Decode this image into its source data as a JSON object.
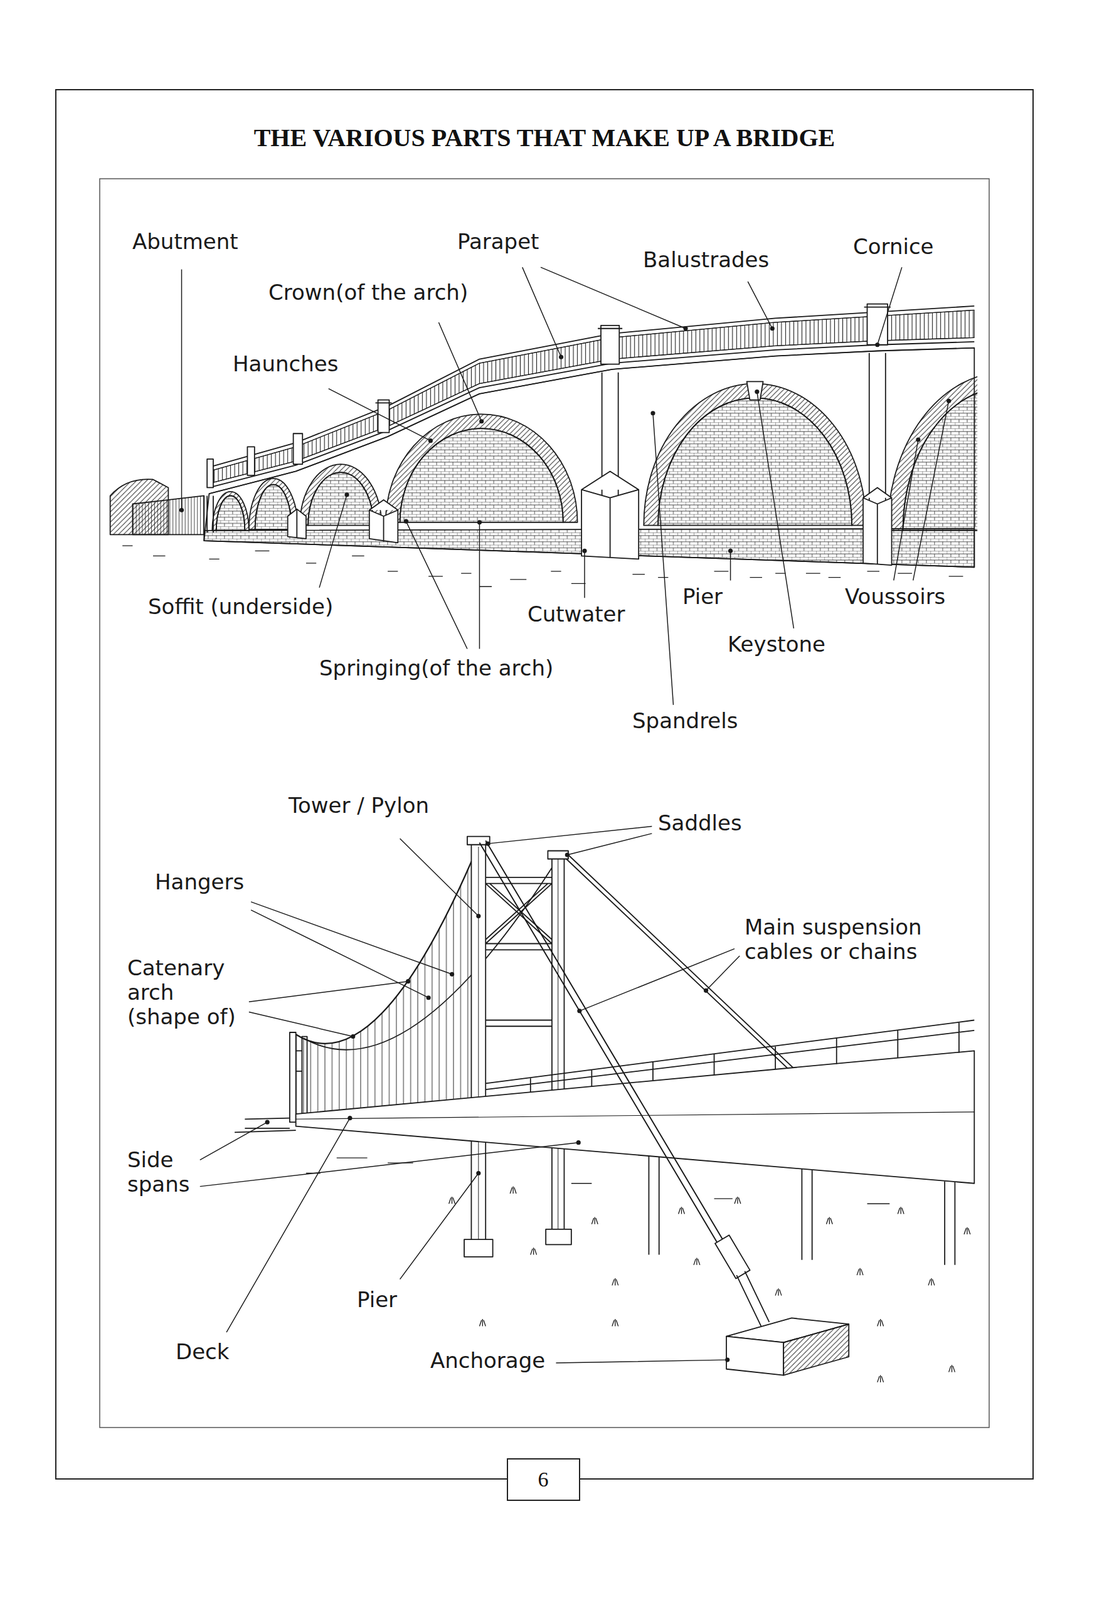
{
  "diagram": {
    "title": "THE VARIOUS PARTS THAT MAKE UP A BRIDGE",
    "nodes": [
      {
        "text": [
          "6"
        ]
      }
    ],
    "labels": [
      "Abutment",
      "Parapet",
      "Balustrades",
      "Cornice",
      "Crown(of the arch)",
      "Haunches",
      "Soffit (underside)",
      "Pier",
      "Voussoirs",
      "Cutwater",
      "Keystone",
      "Springing(of the arch)",
      "Spandrels",
      "Tower / Pylon",
      "Saddles",
      "Hangers",
      "Main suspension cables or chains",
      "Catenary arch (shape of)",
      "Side spans",
      "Pier",
      "Deck",
      "Anchorage"
    ]
  }
}
